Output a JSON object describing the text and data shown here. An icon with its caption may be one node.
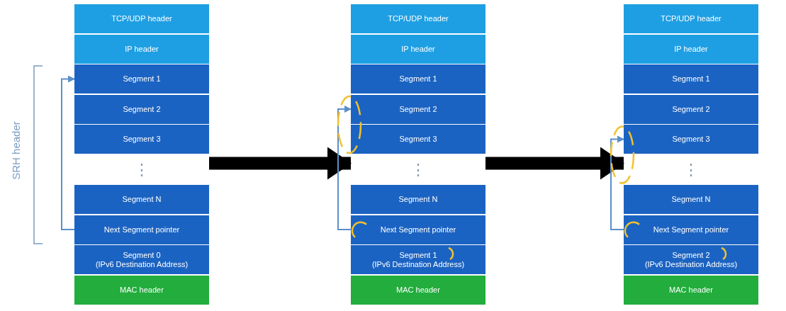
{
  "diagram": {
    "nodes": [
      {
        "text": [],
        "shape": "box"
      },
      {
        "text": [
          "TCP/UDP header"
        ],
        "in": 0
      },
      {
        "text": [
          "IP header"
        ],
        "in": 0
      },
      {
        "text": [
          "Segment 1"
        ],
        "in": 0
      },
      {
        "text": [
          "Segment 2"
        ],
        "in": 0
      },
      {
        "text": [
          "Segment 3"
        ],
        "in": 0
      },
      {
        "text": [
          "Segment N"
        ],
        "in": 0
      },
      {
        "text": [
          "Next Segment pointer"
        ],
        "in": 0
      },
      {
        "text": [
          "Segment 0",
          "(IPv6 Destination Address)"
        ],
        "in": 0
      },
      {
        "text": [
          "MAC header"
        ],
        "in": 0
      },
      {
        "text": [],
        "shape": "box"
      },
      {
        "text": [
          "TCP/UDP header"
        ],
        "in": 10
      },
      {
        "text": [
          "IP header"
        ],
        "in": 10
      },
      {
        "text": [
          "Segment 1"
        ],
        "in": 10
      },
      {
        "text": [
          "Segment 2"
        ],
        "in": 10
      },
      {
        "text": [
          "Segment 3"
        ],
        "in": 10
      },
      {
        "text": [
          "Segment N"
        ],
        "in": 10
      },
      {
        "text": [
          "Next Segment pointer"
        ],
        "in": 10
      },
      {
        "text": [
          "Segment 1",
          "(IPv6 Destination Address)"
        ],
        "in": 10
      },
      {
        "text": [
          "MAC header"
        ],
        "in": 10
      },
      {
        "text": [],
        "shape": "box"
      },
      {
        "text": [
          "TCP/UDP header"
        ],
        "in": 20
      },
      {
        "text": [
          "IP header"
        ],
        "in": 20
      },
      {
        "text": [
          "Segment 1"
        ],
        "in": 20
      },
      {
        "text": [
          "Segment 2"
        ],
        "in": 20
      },
      {
        "text": [
          "Segment 3"
        ],
        "in": 20
      },
      {
        "text": [
          "Segment N"
        ],
        "in": 20
      },
      {
        "text": [
          "Next Segment pointer"
        ],
        "in": 20
      },
      {
        "text": [
          "Segment 2",
          "(IPv6 Destination Address)"
        ],
        "in": 20
      },
      {
        "text": [
          "MAC header"
        ],
        "in": 20
      }
    ],
    "edges": [
      {
        "from": 7,
        "to": 3,
        "arrow": "to"
      },
      {
        "from": 0,
        "to": 10,
        "arrow": "to",
        "style": "thick",
        "color": "#000000"
      },
      {
        "from": 17,
        "to": 14,
        "arrow": "to"
      },
      {
        "from": 10,
        "to": 20,
        "arrow": "to",
        "style": "thick",
        "color": "#000000"
      },
      {
        "from": 27,
        "to": 25,
        "arrow": "to"
      }
    ],
    "labels": [
      "SRH header",
      "⋮",
      "⋮",
      "⋮"
    ]
  }
}
